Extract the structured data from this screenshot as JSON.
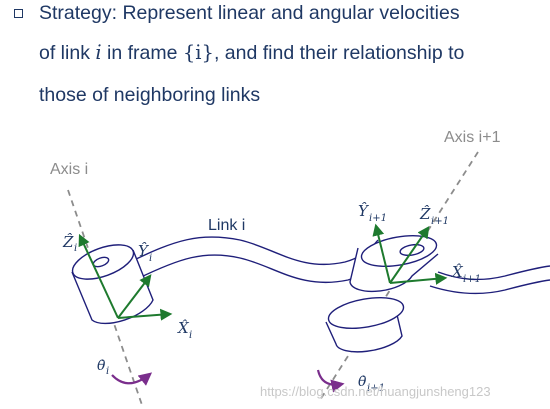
{
  "bullet": {
    "line1": "Strategy: Represent linear and angular velocities",
    "line2_a": "of link ",
    "line2_i": "i",
    "line2_b": " in frame ",
    "line2_set": "{i}",
    "line2_c": ", and find their relationship to",
    "line3": "those of neighboring links"
  },
  "diagram": {
    "axis_i_label": "Axis i",
    "axis_i1_label": "Axis i+1",
    "link_label": "Link i",
    "frame_i": {
      "z": {
        "hat": "Ẑ",
        "sub": "i"
      },
      "y": {
        "hat": "Ŷ",
        "sub": "i"
      },
      "x": {
        "hat": "X̂",
        "sub": "i"
      }
    },
    "frame_i1": {
      "y": {
        "hat": "Ŷ",
        "sub": "i+1"
      },
      "z": {
        "hat": "Ẑ",
        "sub": "i+1"
      },
      "x": {
        "hat": "X̂",
        "sub": "i+1"
      }
    },
    "theta_i": {
      "symbol": "θ̇",
      "sub": "i"
    },
    "theta_i1": {
      "symbol": "θ̇",
      "sub": "i+1"
    },
    "colors": {
      "axis": "#8c8c8c",
      "body": "#1f1f7a",
      "frame": "#1e7a2e",
      "joint_arrow": "#7a2e8c"
    }
  },
  "watermark": "https://blog.csdn.net/huangjunsheng123"
}
